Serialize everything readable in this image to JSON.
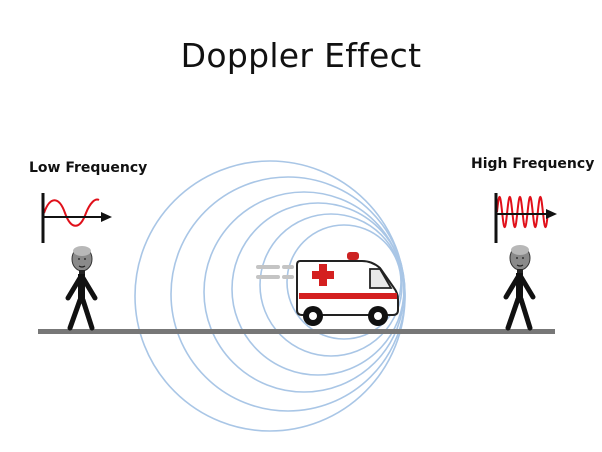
{
  "title": "Doppler Effect",
  "left_listener": {
    "label": "Low Frequency"
  },
  "right_listener": {
    "label": "High Frequency"
  },
  "colors": {
    "wave_circles": "#a9c6e6",
    "sine_wave": "#e0101a",
    "ground": "#777777",
    "axes": "#111111",
    "ambulance_cross": "#d42020",
    "siren_light": "#cc2222",
    "background": "#ffffff"
  },
  "icons": [
    "stick-figure-listener-icon",
    "ambulance-icon",
    "siren-light-icon",
    "motion-lines-icon",
    "sine-wave-graph-icon"
  ]
}
